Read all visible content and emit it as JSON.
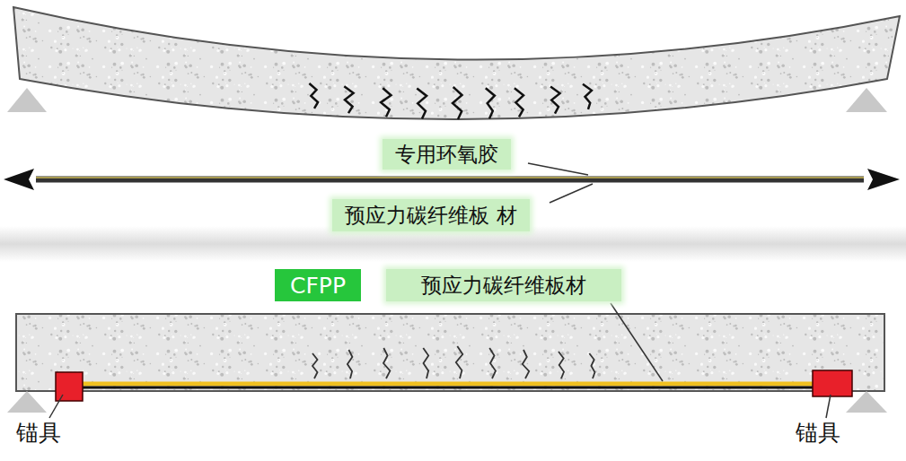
{
  "diagram": {
    "nodes": [
      {
        "text": [
          "专用环氧胶"
        ]
      },
      {
        "text": [
          "预应力碳纤维板 材"
        ]
      },
      {
        "text": [
          "CFPP"
        ]
      },
      {
        "text": [
          "预应力碳纤维板材"
        ]
      }
    ],
    "labels": [
      "锚具",
      "锚具"
    ]
  }
}
